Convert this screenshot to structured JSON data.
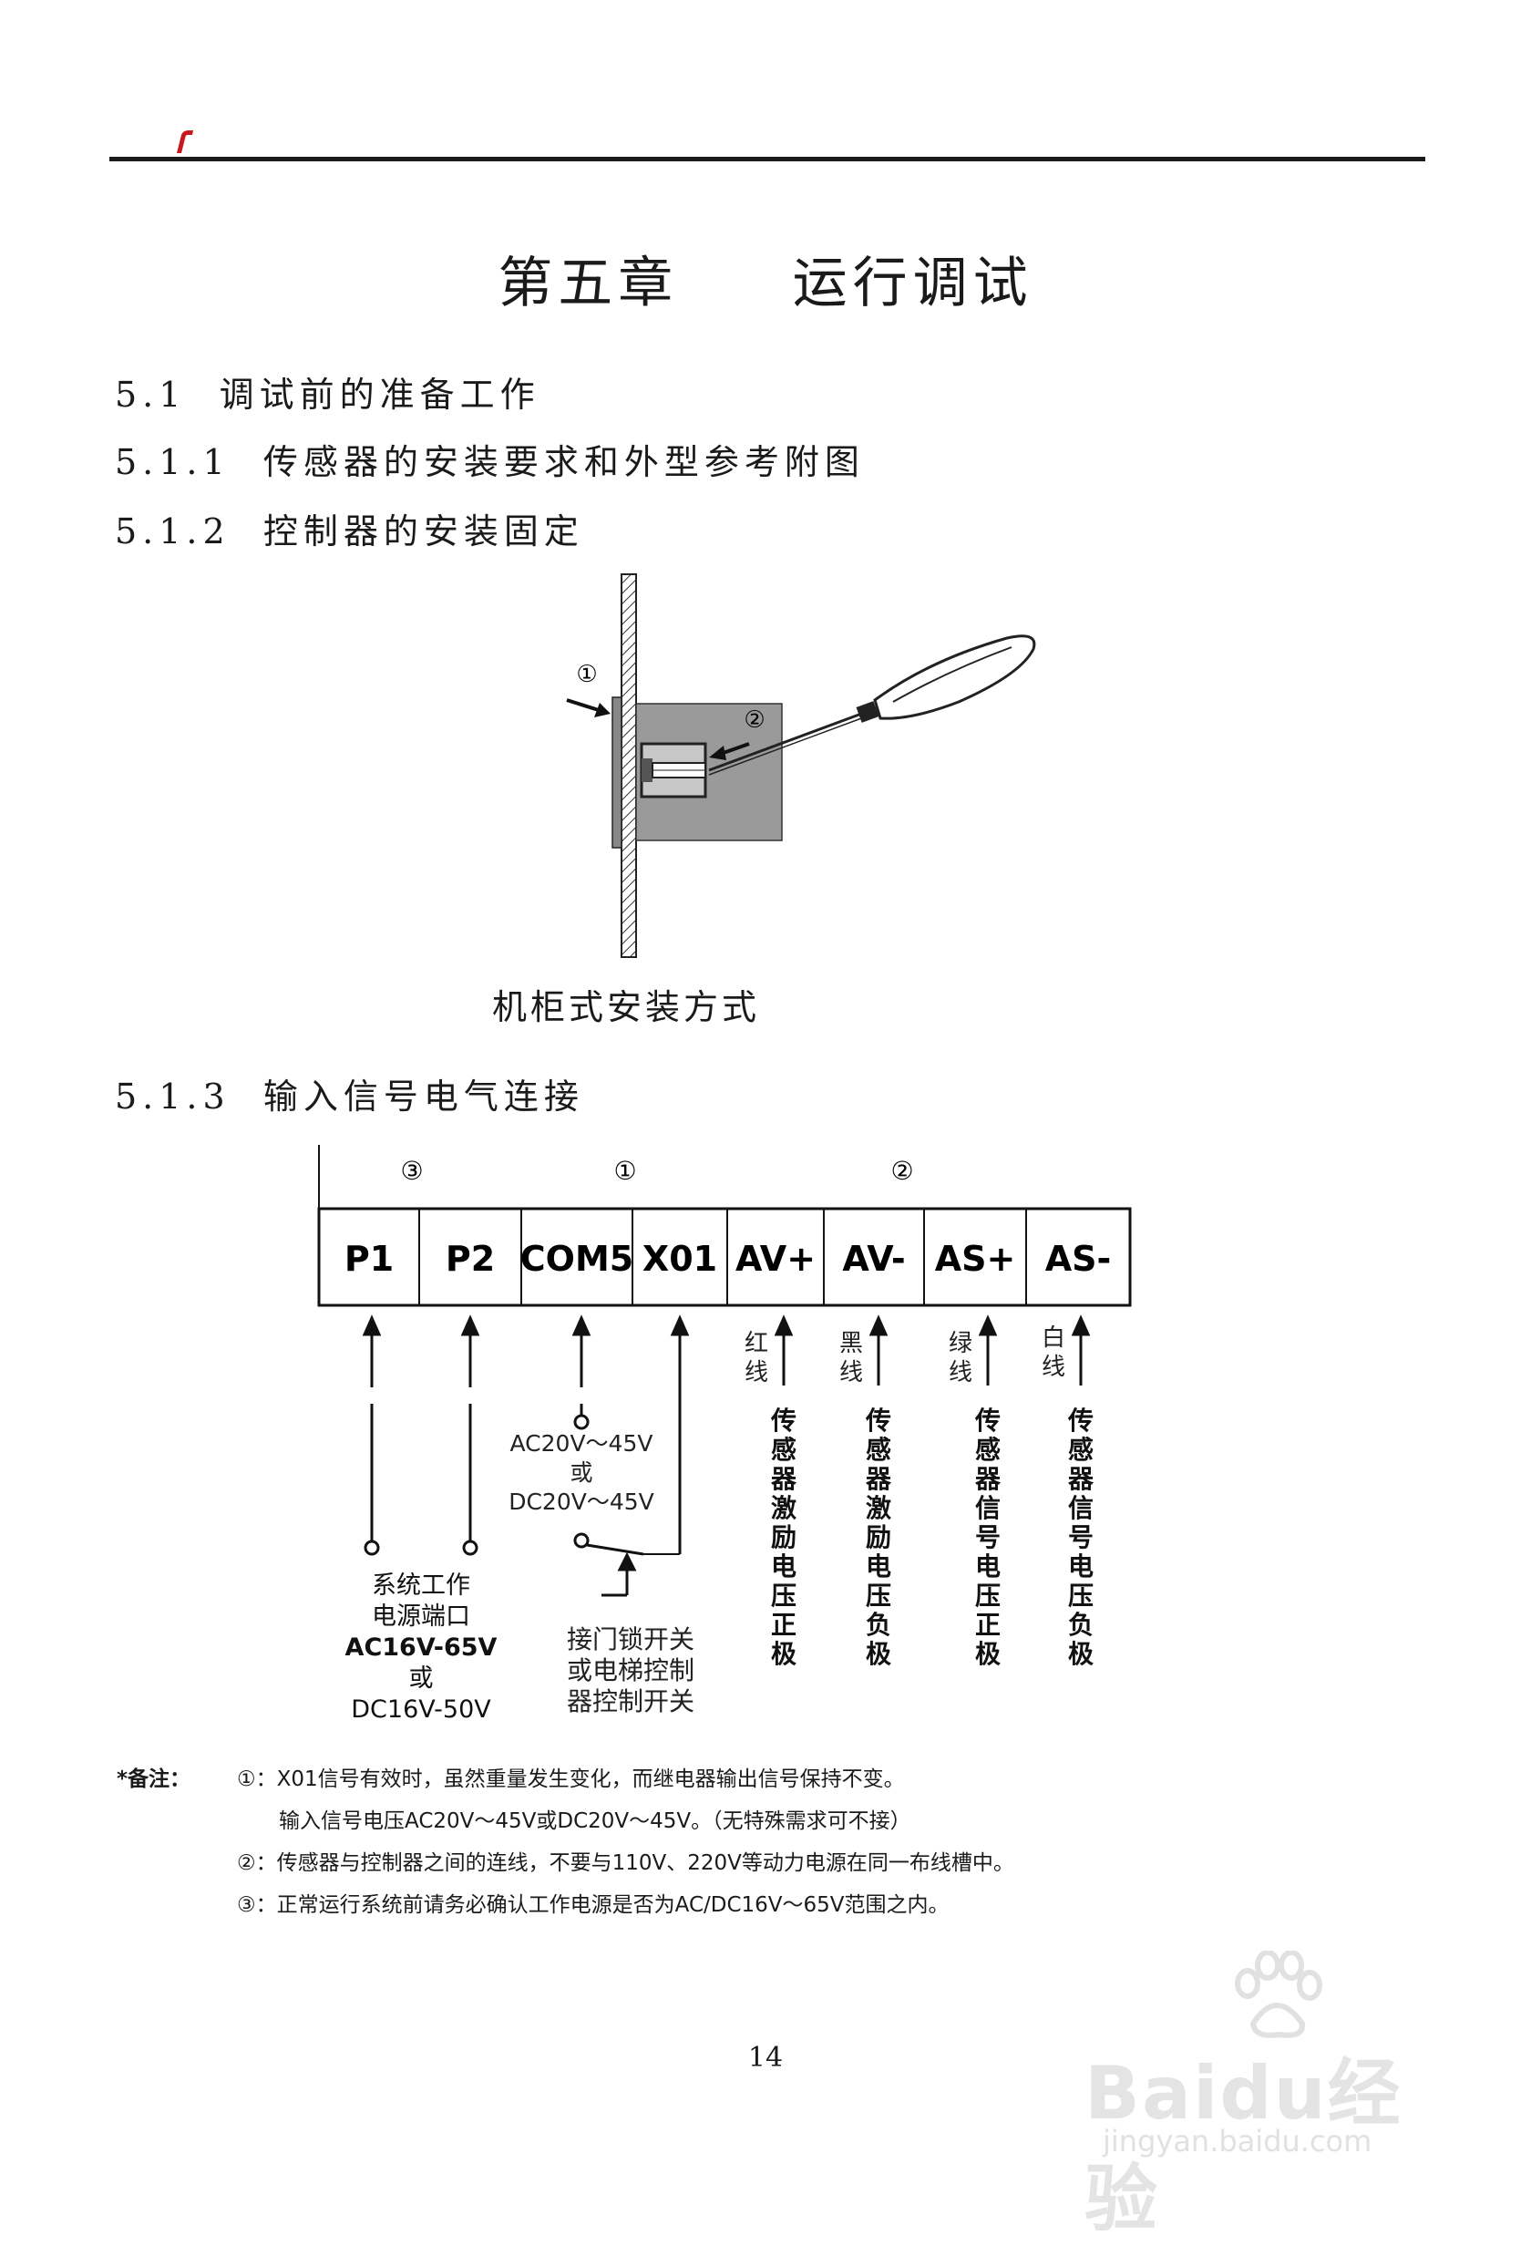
{
  "header": {
    "brand_color": "#c8171d"
  },
  "chapter_title": "第五章     运行调试",
  "sections": [
    {
      "number": "5.1",
      "title": "调试前的准备工作"
    },
    {
      "number": "5.1.1",
      "title": "传感器的安装要求和外型参考附图"
    },
    {
      "number": "5.1.2",
      "title": "控制器的安装固定"
    },
    {
      "number": "5.1.3",
      "title": "输入信号电气连接"
    }
  ],
  "s1": "5.1  调试前的准备工作",
  "s2": "5.1.1  传感器的安装要求和外型参考附图",
  "s3": "5.1.2  控制器的安装固定",
  "s4": "5.1.3  输入信号电气连接",
  "install_figure": {
    "markers": [
      "①",
      "②"
    ],
    "caption": "机柜式安装方式"
  },
  "wiring": {
    "group_markers": [
      "③",
      "①",
      "②"
    ],
    "terminals": [
      "P1",
      "P2",
      "COM5",
      "X01",
      "AV+",
      "AV-",
      "AS+",
      "AS-"
    ],
    "wire_colors": [
      "红线",
      "黑线",
      "绿线",
      "白线"
    ],
    "wire_color_chars": [
      [
        "红",
        "线"
      ],
      [
        "黑",
        "线"
      ],
      [
        "绿",
        "线"
      ],
      [
        "白",
        "线"
      ]
    ],
    "power_label": [
      "系统工作",
      "电源端口",
      "AC16V-65V",
      "或",
      "DC16V-50V"
    ],
    "input_voltage_label": [
      "AC20V～45V",
      "或",
      "DC20V～45V"
    ],
    "switch_label": [
      "接门锁开关",
      "或电梯控制",
      "器控制开关"
    ],
    "sensor_labels": [
      "传感器激励电压正极",
      "传感器激励电压负极",
      "传感器信号电压正极",
      "传感器信号电压负极"
    ]
  },
  "notes": {
    "heading": "*备注：",
    "items": [
      "①：X01信号有效时，虽然重量发生变化，而继电器输出信号保持不变。",
      "输入信号电压AC20V～45V或DC20V～45V。（无特殊需求可不接）",
      "②：传感器与控制器之间的连线，不要与110V、220V等动力电源在同一布线槽中。",
      "③：正常运行系统前请务必确认工作电源是否为AC/DC16V～65V范围之内。"
    ]
  },
  "page_number": "14",
  "watermark": {
    "brand": "Baidu经验",
    "url": "jingyan.baidu.com"
  }
}
